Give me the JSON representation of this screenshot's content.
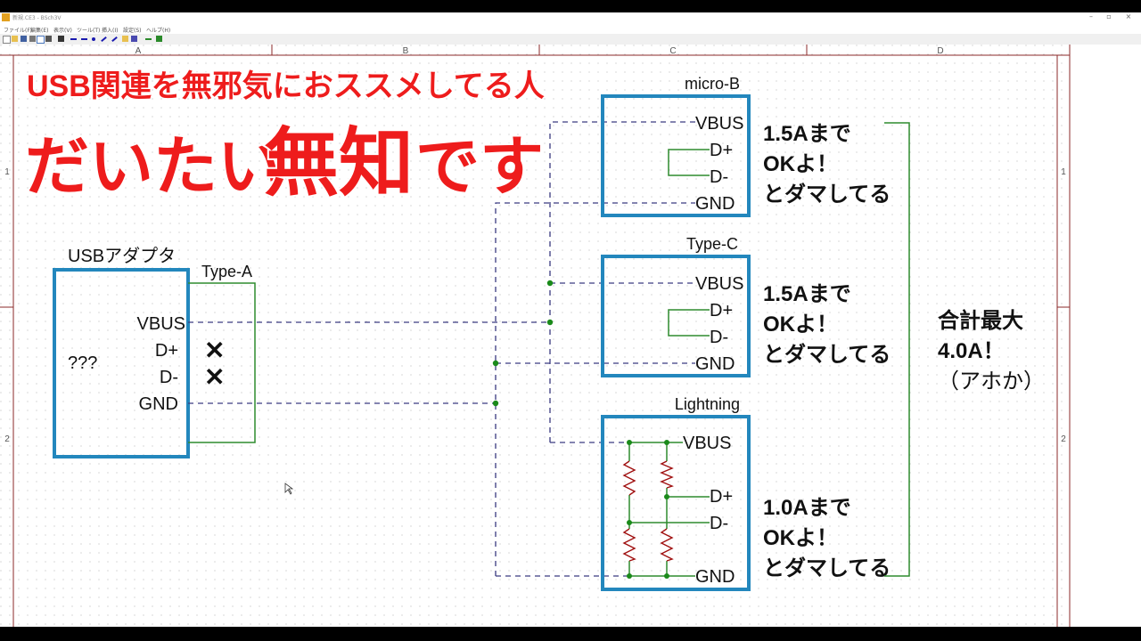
{
  "window": {
    "title": "新規.CE3 - BSch3V",
    "minimize": "–",
    "maximize": "▫",
    "close": "×"
  },
  "menu": [
    "ファイル(F)",
    "編集(E)",
    "表示(V)",
    "ツール(T)",
    "挿入(I)",
    "設定(S)",
    "ヘルプ(H)"
  ],
  "toolbar_icons": [
    "new-icon",
    "open-icon",
    "save-icon",
    "print-icon",
    "select-icon",
    "drag-icon",
    "part-icon",
    "wire-icon",
    "bus-icon",
    "junction-icon",
    "line-icon",
    "entry-icon",
    "tag-icon",
    "label-icon",
    "comment-icon",
    "text-icon"
  ],
  "frame": {
    "columns": [
      "A",
      "B",
      "C",
      "D"
    ],
    "rows": [
      "1",
      "2"
    ]
  },
  "headline": {
    "line1": "USB関連を無邪気におススメしてる人",
    "line2a": "だいたい",
    "line2b": "無知",
    "line2c": "です"
  },
  "adapter": {
    "title": "USBアダプタ",
    "body": "???",
    "connector": "Type-A",
    "pins": [
      "VBUS",
      "D+",
      "D-",
      "GND"
    ],
    "nc_mark": "✕"
  },
  "devices": [
    {
      "title": "micro-B",
      "pins": [
        "VBUS",
        "D+",
        "D-",
        "GND"
      ],
      "note": [
        "1.5Aまで",
        "OKよ！",
        "とダマしてる"
      ]
    },
    {
      "title": "Type-C",
      "pins": [
        "VBUS",
        "D+",
        "D-",
        "GND"
      ],
      "note": [
        "1.5Aまで",
        "OKよ！",
        "とダマしてる"
      ]
    },
    {
      "title": "Lightning",
      "pins": [
        "VBUS",
        "D+",
        "D-",
        "GND"
      ],
      "note": [
        "1.0Aまで",
        "OKよ！",
        "とダマしてる"
      ]
    }
  ],
  "total": [
    "合計最大",
    "4.0A！",
    "（アホか）"
  ],
  "colors": {
    "headline": "#ee1c1c",
    "box": "#2387bd",
    "wire": "#2e8b2e",
    "bus_dash": "#3a3a80",
    "junction": "#1a8a1a",
    "resistor": "#a01010",
    "frame": "#8b2a2a"
  }
}
